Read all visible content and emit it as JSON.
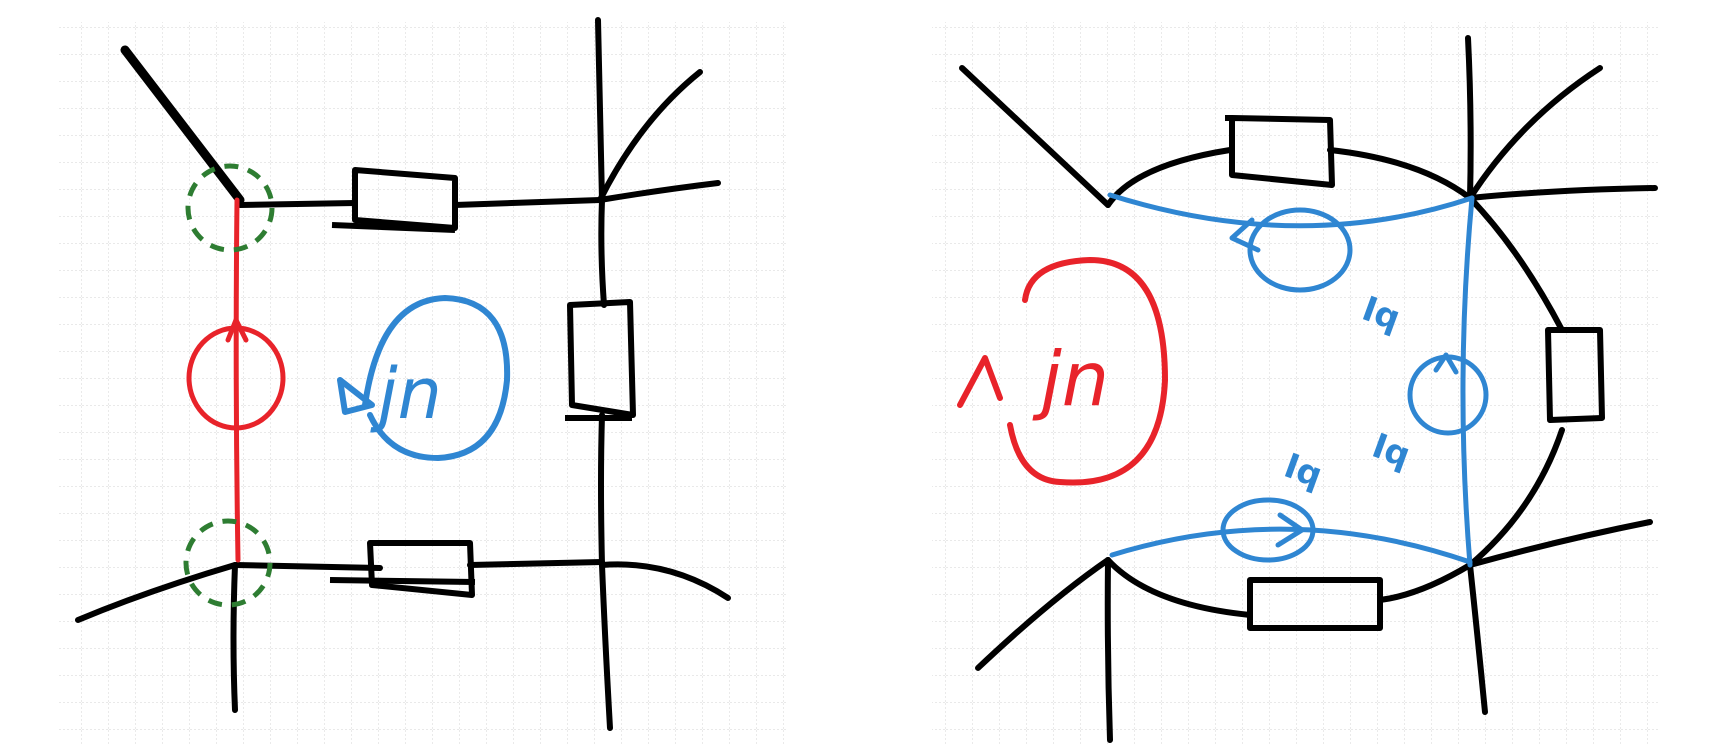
{
  "colors": {
    "ink": "#000000",
    "red": "#e8232a",
    "blue": "#2f86d2",
    "green": "#2e7d32",
    "grid": "#dcdcdc",
    "paper": "#ffffff"
  },
  "left_panel": {
    "loop_label": "jn"
  },
  "right_panel": {
    "loop_label": "jn",
    "current_label_top": "Iq",
    "current_label_right": "Iq",
    "current_label_bottom": "Iq"
  }
}
